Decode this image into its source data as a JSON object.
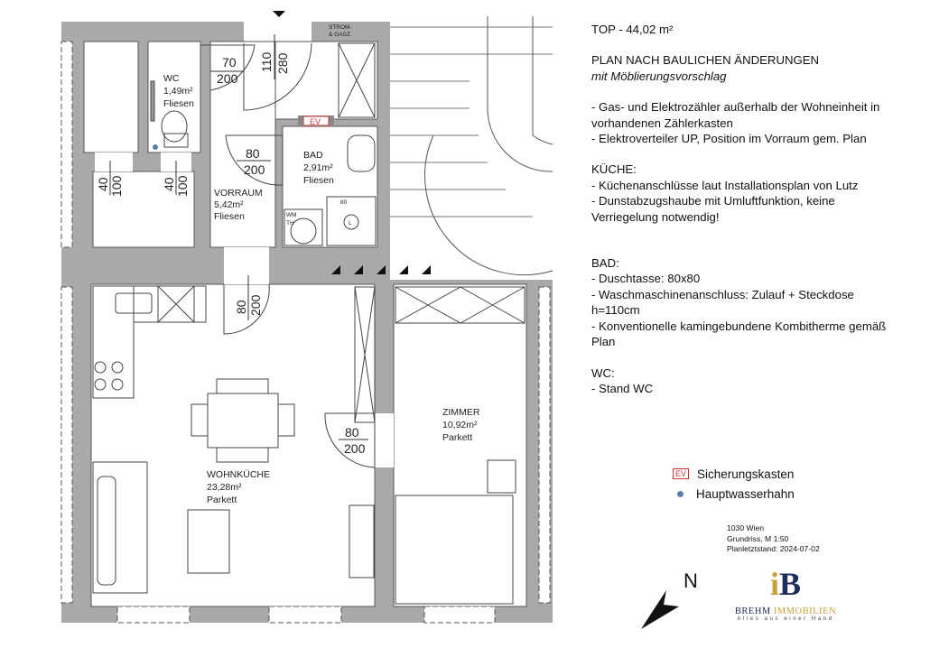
{
  "rooms": {
    "wc": {
      "name": "WC",
      "area": "1,49m²",
      "floor": "Fliesen"
    },
    "vorraum": {
      "name": "VORRAUM",
      "area": "5,42m²",
      "floor": "Fliesen"
    },
    "bad": {
      "name": "BAD",
      "area": "2,91m²",
      "floor": "Fliesen"
    },
    "wohnkueche": {
      "name": "WOHNKÜCHE",
      "area": "23,28m²",
      "floor": "Parkett"
    },
    "zimmer": {
      "name": "ZIMMER",
      "area": "10,92m²",
      "floor": "Parkett"
    }
  },
  "doors": {
    "wc": {
      "w": "70",
      "h": "200"
    },
    "entry": {
      "w": "110",
      "h": "280"
    },
    "bad": {
      "w": "80",
      "h": "200"
    },
    "left1": {
      "w": "40",
      "h": "100"
    },
    "left2": {
      "w": "40",
      "h": "100"
    },
    "kitchen": {
      "w": "80",
      "h": "200"
    },
    "zimmer": {
      "w": "80",
      "h": "200"
    }
  },
  "plan_labels": {
    "strom_gas_1": "STROM-",
    "strom_gas_2": "& GASZ.",
    "ev": "EV",
    "wm": "WM",
    "th": "TH",
    "shower_size": "80",
    "boiler": "L"
  },
  "notes": {
    "top": "TOP - 44,02 m²",
    "title": "PLAN NACH BAULICHEN ÄNDERUNGEN",
    "subtitle": "mit Möblierungsvorschlag",
    "general": [
      "- Gas- und Elektrozähler außerhalb der Wohneinheit in vorhandenen Zählerkasten",
      "- Elektroverteiler UP, Position im Vorraum gem. Plan"
    ],
    "kueche_heading": "KÜCHE:",
    "kueche": [
      "- Küchenanschlüsse laut Installationsplan von Lutz",
      "- Dunstabzugshaube mit Umluftfunktion, keine Verriegelung notwendig!"
    ],
    "bad_heading": "BAD:",
    "bad": [
      "- Duschtasse: 80x80",
      "- Waschmaschinenanschluss: Zulauf  + Steckdose  h=110cm",
      "- Konventionelle kamingebundene Kombitherme gemäß Plan"
    ],
    "wc_heading": "WC:",
    "wc": [
      "- Stand WC"
    ]
  },
  "legend": {
    "ev_symbol": "EV",
    "ev_label": "Sicherungskasten",
    "water_label": "Hauptwasserhahn"
  },
  "meta": {
    "city": "1030 Wien",
    "scale": "Grundriss, M 1:50",
    "date": "Planletztstand: 2024-07-02"
  },
  "north": "N",
  "logo": {
    "mark_i": "i",
    "mark_b": "B",
    "name_1": "BREHM",
    "name_2": "IMMOBILIEN",
    "tagline": "Alles aus einer Hand"
  },
  "colors": {
    "wall": "#a9a9a9",
    "ev": "#cc3333",
    "water": "#5a7fa8",
    "logo_blue": "#1e2d5c",
    "logo_gold": "#c9a13c"
  }
}
